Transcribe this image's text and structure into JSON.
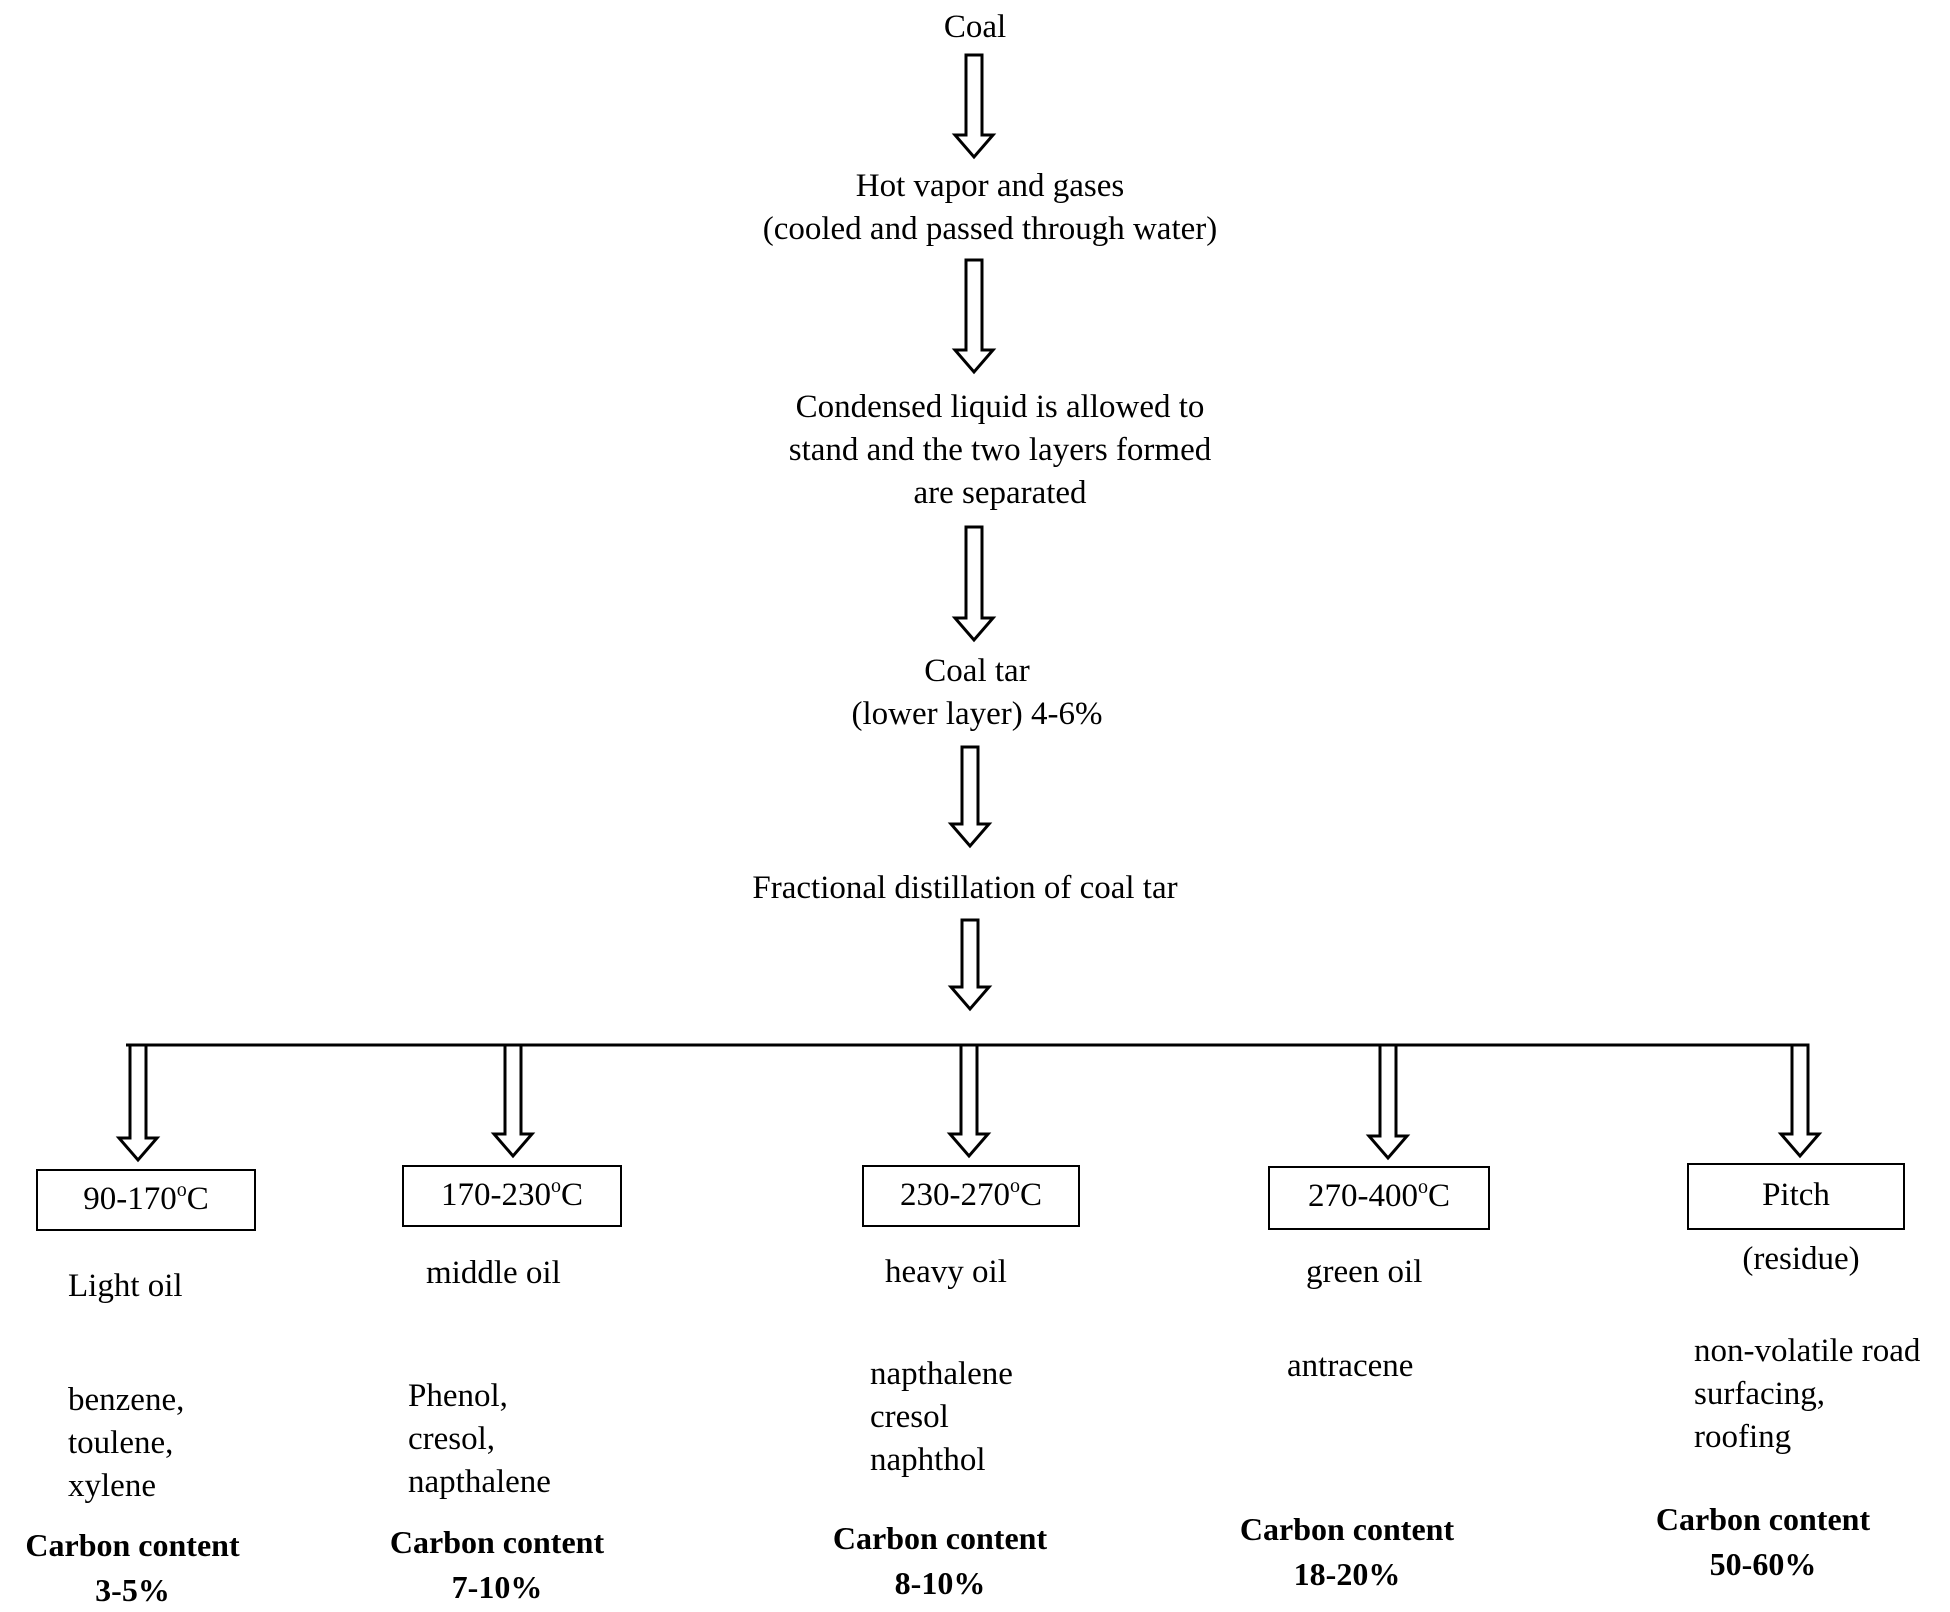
{
  "flow": {
    "step1": "Coal",
    "step2_line1": "Hot vapor and gases",
    "step2_line2": "(cooled and passed through water)",
    "step3_line1": "Condensed liquid is allowed to",
    "step3_line2": "stand and the two layers formed",
    "step3_line3": "are separated",
    "step4_line1": "Coal tar",
    "step4_line2": "(lower layer) 4-6%",
    "step5": "Fractional distillation of coal tar"
  },
  "degree_sup": "o",
  "degree_unit": "C",
  "fractions": [
    {
      "range": "90-170",
      "name": "Light oil",
      "products": [
        "benzene,",
        "toulene,",
        "xylene"
      ],
      "carbon_label": "Carbon content",
      "carbon_value": "3-5%"
    },
    {
      "range": "170-230",
      "name": "middle oil",
      "products": [
        "Phenol,",
        "cresol,",
        "napthalene"
      ],
      "carbon_label": "Carbon content",
      "carbon_value": "7-10%"
    },
    {
      "range": "230-270",
      "name": "heavy oil",
      "products": [
        "napthalene",
        "cresol",
        "naphthol"
      ],
      "carbon_label": "Carbon content",
      "carbon_value": "8-10%"
    },
    {
      "range": "270-400",
      "name": "green oil",
      "products": [
        "antracene"
      ],
      "carbon_label": "Carbon content",
      "carbon_value": "18-20%"
    },
    {
      "range": "Pitch",
      "name": "(residue)",
      "products": [
        "non-volatile road",
        "surfacing,",
        "roofing"
      ],
      "carbon_label": "Carbon content",
      "carbon_value": "50-60%"
    }
  ]
}
